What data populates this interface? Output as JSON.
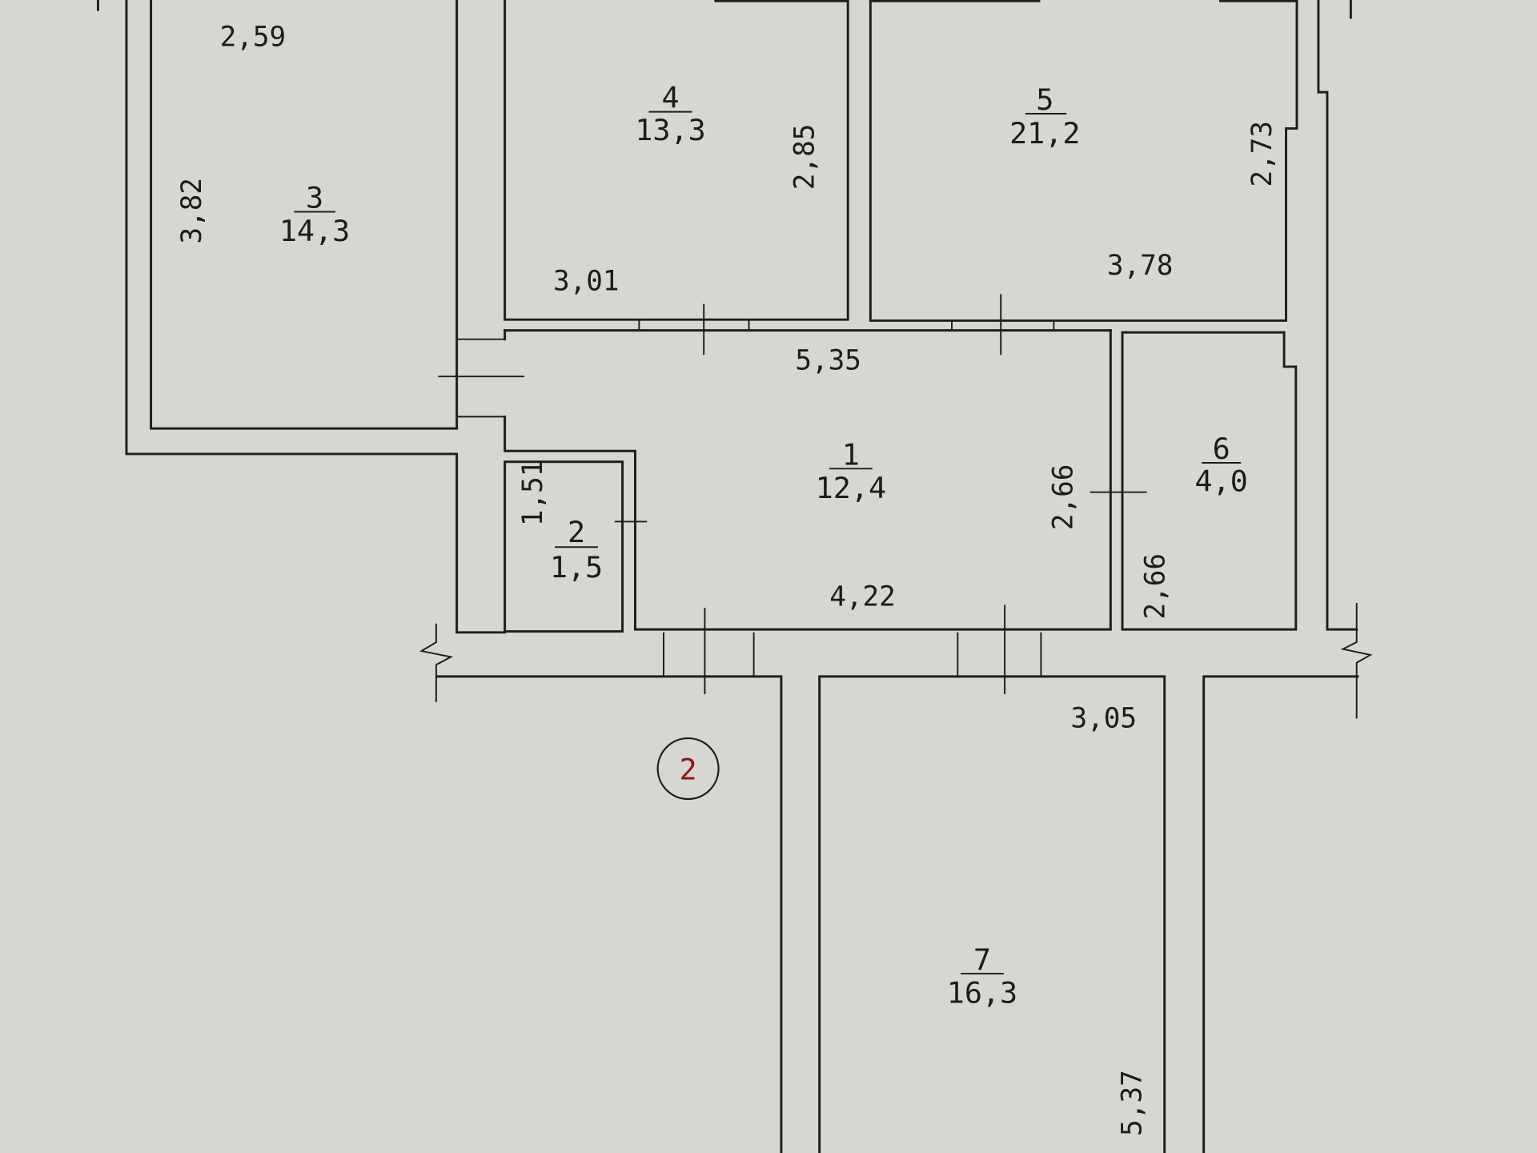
{
  "plan": {
    "section_marker": "2",
    "colors": {
      "background": "#d8d6d3",
      "lines": "#1e1e1e",
      "marker": "#8a1a1a"
    },
    "rooms": [
      {
        "number": "1",
        "area": "12,4"
      },
      {
        "number": "2",
        "area": "1,5"
      },
      {
        "number": "3",
        "area": "14,3"
      },
      {
        "number": "4",
        "area": "13,3"
      },
      {
        "number": "5",
        "area": "21,2"
      },
      {
        "number": "6",
        "area": "4,0"
      },
      {
        "number": "7",
        "area": "16,3"
      }
    ],
    "dimensions": {
      "room3_width": "2,59",
      "room3_length": "3,82",
      "room4_width": "3,01",
      "room4_length": "2,85",
      "room5_width": "3,78",
      "room5_length": "2,73",
      "room1_top": "5,35",
      "room1_bottom": "4,22",
      "room1_side": "2,66",
      "room6_side": "2,66",
      "room2_side": "1,51",
      "room7_width": "3,05",
      "room7_length": "5,37"
    }
  }
}
